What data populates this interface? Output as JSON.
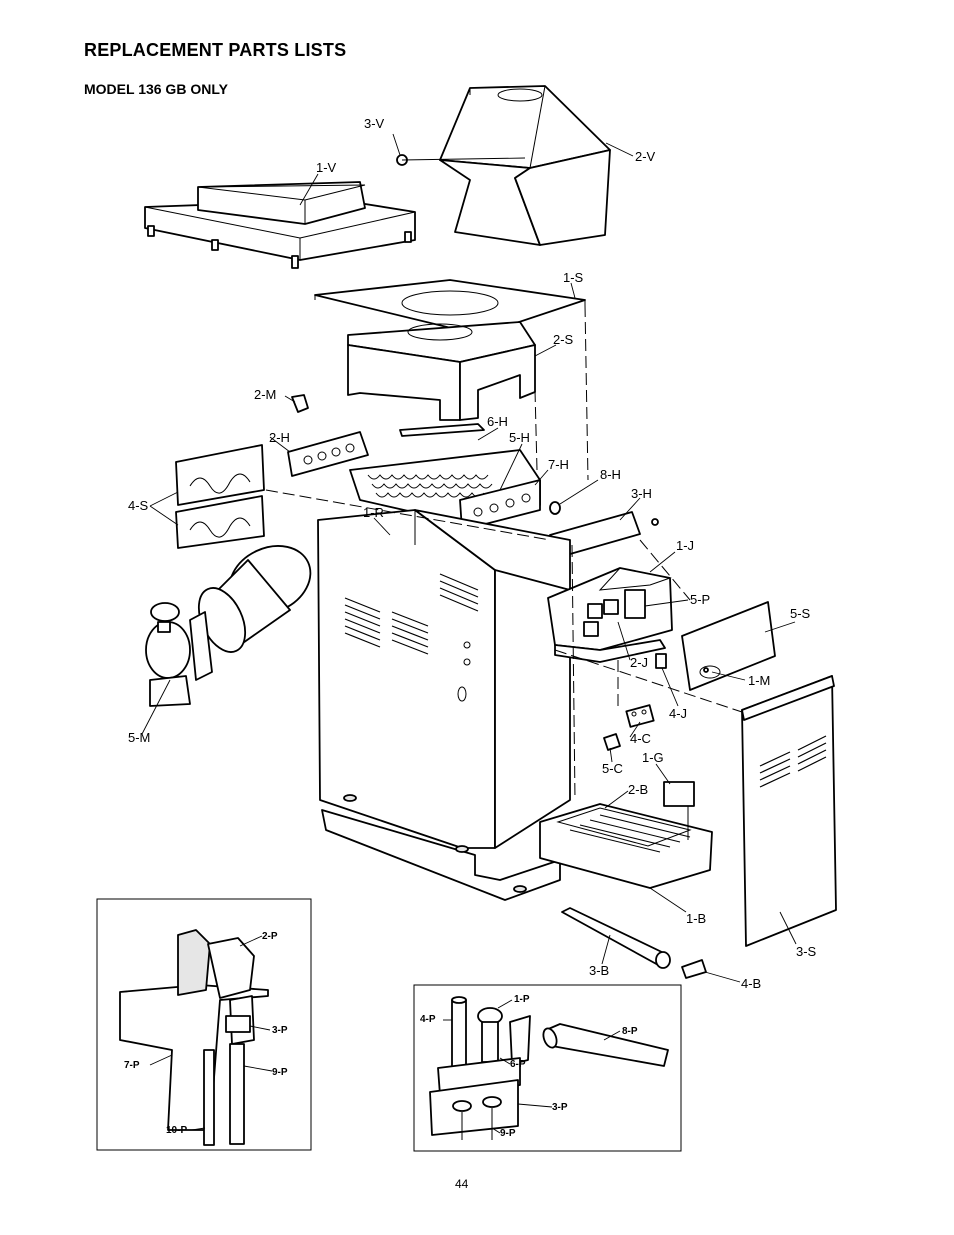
{
  "page": {
    "title": "REPLACEMENT PARTS LISTS",
    "subtitle": "MODEL 136 GB ONLY",
    "page_number": "44"
  },
  "callouts": {
    "v1": "1-V",
    "v2": "2-V",
    "v3": "3-V",
    "s1": "1-S",
    "s2": "2-S",
    "s3": "3-S",
    "s4": "4-S",
    "s5": "5-S",
    "m1": "1-M",
    "m2": "2-M",
    "m5": "5-M",
    "h2": "2-H",
    "h3": "3-H",
    "h5": "5-H",
    "h6": "6-H",
    "h7": "7-H",
    "h8": "8-H",
    "r1": "1-R",
    "j1": "1-J",
    "j2": "2-J",
    "j4": "4-J",
    "p5": "5-P",
    "c4": "4-C",
    "c5": "5-C",
    "g1": "1-G",
    "b1": "1-B",
    "b2": "2-B",
    "b3": "3-B",
    "b4": "4-B"
  },
  "inset_left": {
    "p2": "2-P",
    "p3": "3-P",
    "p7": "7-P",
    "p9": "9-P",
    "p10": "10-P"
  },
  "inset_right": {
    "p1": "1-P",
    "p3": "3-P",
    "p4": "4-P",
    "p6": "6-P",
    "p8": "8-P",
    "p9": "9-P"
  }
}
